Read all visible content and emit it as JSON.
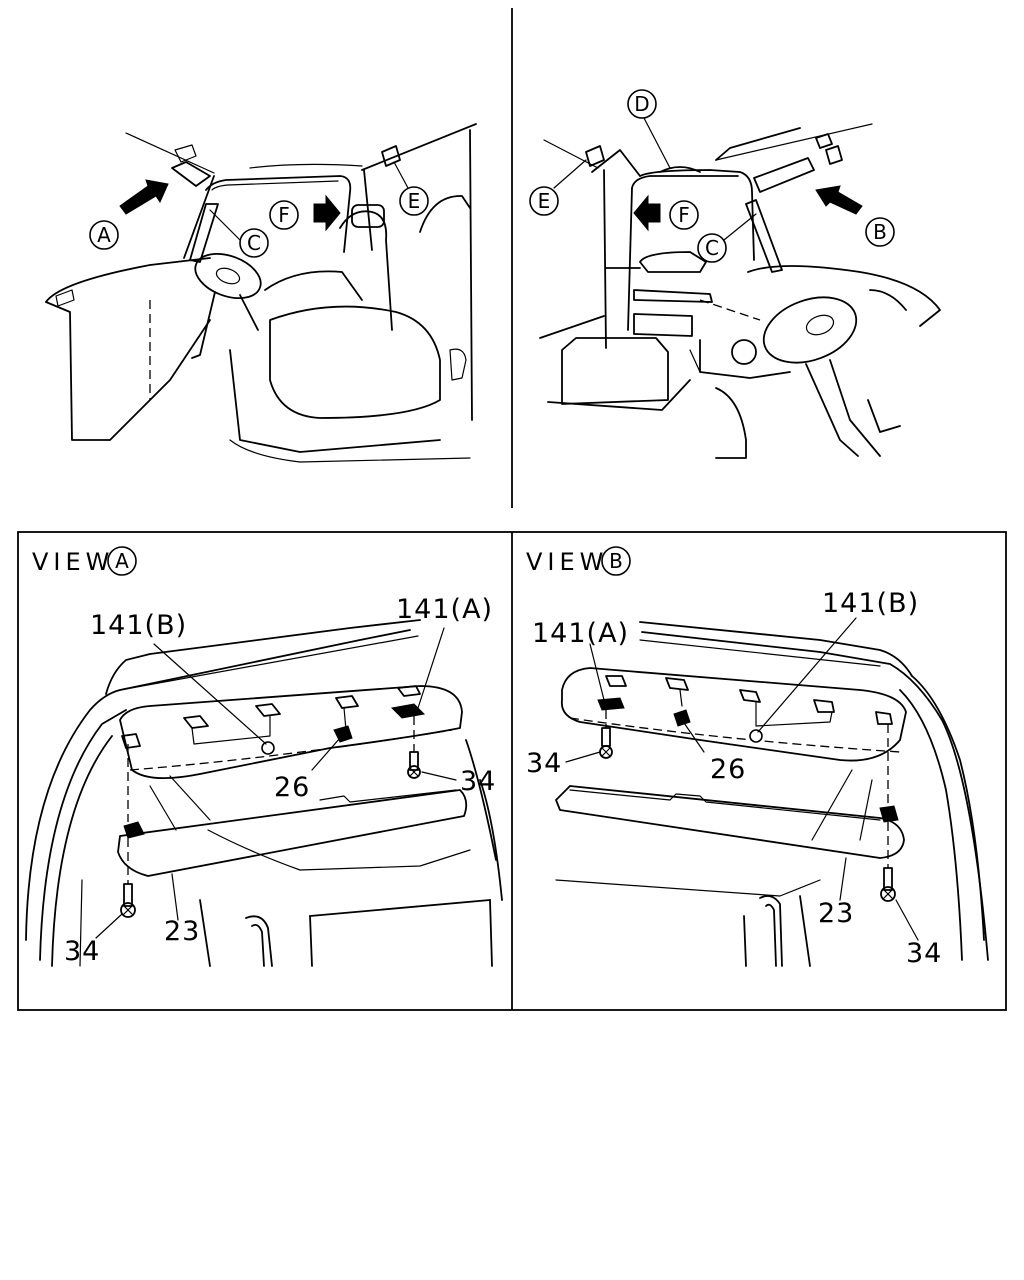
{
  "callouts_top_left": {
    "a": "A",
    "c": "C",
    "e": "E",
    "f": "F"
  },
  "callouts_top_right": {
    "b": "B",
    "c": "C",
    "d": "D",
    "e": "E",
    "f": "F"
  },
  "view_a": {
    "title": "VIEW",
    "title_circle": "A",
    "part_141b": "141(B)",
    "part_141a": "141(A)",
    "part_26": "26",
    "part_34_upper": "34",
    "part_34_lower": "34",
    "part_23": "23"
  },
  "view_b": {
    "title": "VIEW",
    "title_circle": "B",
    "part_141a": "141(A)",
    "part_141b": "141(B)",
    "part_26": "26",
    "part_34_upper": "34",
    "part_34_lower": "34",
    "part_23": "23"
  }
}
